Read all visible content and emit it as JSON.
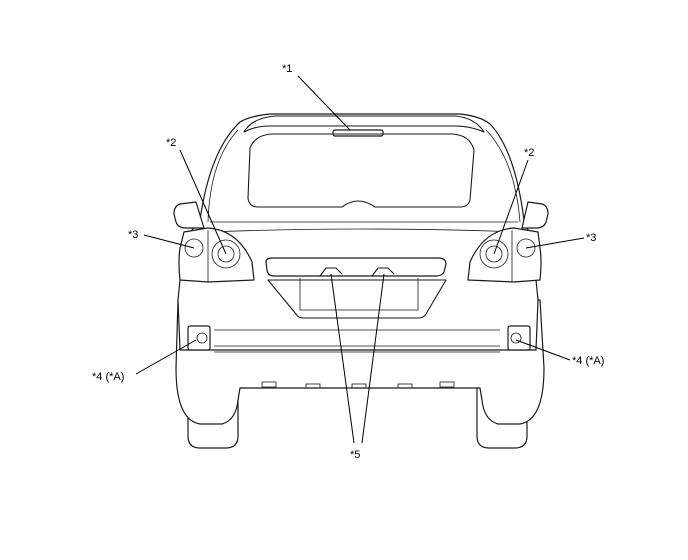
{
  "callouts": {
    "c1": "*1",
    "c2_left": "*2",
    "c2_right": "*2",
    "c3_left": "*3",
    "c3_right": "*3",
    "c4_left": "*4 (*A)",
    "c4_right": "*4 (*A)",
    "c5": "*5"
  }
}
